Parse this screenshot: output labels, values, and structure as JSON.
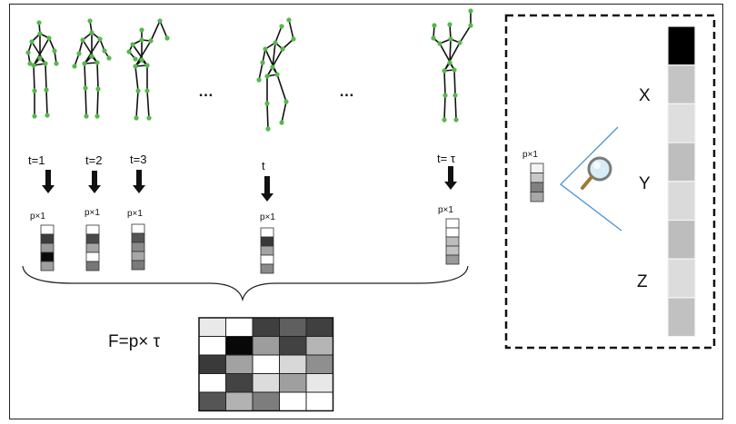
{
  "figure": {
    "time_labels": [
      "t=1",
      "t=2",
      "t=3",
      "t",
      "t= τ"
    ],
    "ellipsis": "…",
    "vector_label": "p×1",
    "matrix_label": "F=p× τ",
    "axis_labels": [
      "X",
      "Y",
      "Z"
    ],
    "vectors": [
      [
        "#ffffff",
        "#3d3d3d",
        "#9a9a9a",
        "#0a0a0a",
        "#a0a0a0"
      ],
      [
        "#ffffff",
        "#4a4a4a",
        "#a5a5a5",
        "#ffffff",
        "#777777"
      ],
      [
        "#ffffff",
        "#555555",
        "#8a8a8a",
        "#a7a7a7",
        "#7a7a7a"
      ],
      [
        "#ffffff",
        "#383838",
        "#a3a3a3",
        "#ffffff",
        "#8a8a8a"
      ],
      [
        "#ffffff",
        "#ffffff",
        "#bdbdbd",
        "#c3c3c3",
        "#9a9a9a"
      ]
    ],
    "inset_vector": [
      "#f3f3f3",
      "#c8c8c8",
      "#808080",
      "#a8a8a8"
    ],
    "matrix": [
      [
        "#e9e9e9",
        "#ffffff",
        "#3f3f3f",
        "#5f5f5f",
        "#404040"
      ],
      [
        "#ffffff",
        "#080808",
        "#9d9d9d",
        "#424242",
        "#b5b5b5"
      ],
      [
        "#3a3a3a",
        "#a2a2a2",
        "#ffffff",
        "#d8d8d8",
        "#8f8f8f"
      ],
      [
        "#ffffff",
        "#434343",
        "#dcdcdc",
        "#9f9f9f",
        "#e8e8e8"
      ],
      [
        "#555555",
        "#b2b2b2",
        "#7d7d7d",
        "#ffffff",
        "#ffffff"
      ]
    ],
    "tall_bar": [
      "#000000",
      "#c4c4c4",
      "#dedede",
      "#bebebe",
      "#dadada",
      "#bdbdbd",
      "#dcdcdc",
      "#c1c1c1"
    ],
    "joint_color": "#56b84c"
  }
}
